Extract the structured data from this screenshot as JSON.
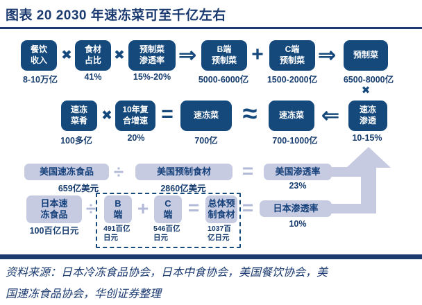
{
  "title": "图表 20  2030 年速冻菜可至千亿左右",
  "footer": {
    "line1": "资料来源：日本冷冻食品协会，日本中食协会，美国餐饮协会，美",
    "line2": "国速冻食品协会，华创证券整理"
  },
  "colors": {
    "navy_box": "#15497c",
    "title_navy": "#1a3a70",
    "lavender": "#c6cbe2",
    "white": "#ffffff"
  },
  "operators": {
    "times": "✖",
    "times_small": "✖",
    "rarrow": "⇒",
    "larrow": "⇐",
    "plus": "+",
    "equal": "=",
    "approx": "≈",
    "divide": "÷"
  },
  "row1": {
    "boxes": [
      {
        "line1": "餐饮",
        "line2": "收入",
        "value": "8-10万亿"
      },
      {
        "line1": "食材",
        "line2": "占比",
        "value": "41%"
      },
      {
        "line1": "预制菜",
        "line2": "渗透率",
        "value": "15%-20%"
      },
      {
        "line1": "B端",
        "line2": "预制菜",
        "value": "5000-6000亿"
      },
      {
        "line1": "C端",
        "line2": "预制菜",
        "value": "1500-2000亿"
      },
      {
        "line1": "预制菜",
        "value": "6500-8000亿"
      }
    ]
  },
  "row2": {
    "boxes": [
      {
        "line1": "速冻",
        "line2": "菜肴",
        "value": "100多亿"
      },
      {
        "line1": "10年复",
        "line2": "合增速",
        "value": "20%"
      },
      {
        "line1": "速冻菜",
        "value": "700亿"
      },
      {
        "line1": "速冻菜",
        "value": "700-1000亿"
      },
      {
        "line1": "速冻",
        "line2": "渗透",
        "value": "10-15%"
      }
    ]
  },
  "us": {
    "frozen": {
      "label": "美国速冻食品",
      "value": "659亿美元"
    },
    "prepared": {
      "label": "美国预制食材",
      "value": "2860亿美元"
    },
    "penetration": {
      "label": "美国渗透率",
      "value": "23%"
    }
  },
  "jp": {
    "frozen": {
      "line1": "日本速",
      "line2": "冻食品",
      "value": "100百亿日元"
    },
    "b_side": {
      "line1": "B",
      "line2": "端",
      "value1": "491百亿",
      "value2": "日元"
    },
    "c_side": {
      "line1": "C",
      "line2": "端",
      "value1": "546百亿",
      "value2": "日元"
    },
    "total": {
      "line1": "总体预",
      "line2": "制食材",
      "value1": "1037百",
      "value2": "亿日元"
    },
    "penetration": {
      "label": "日本渗透率",
      "value": "10%"
    }
  }
}
